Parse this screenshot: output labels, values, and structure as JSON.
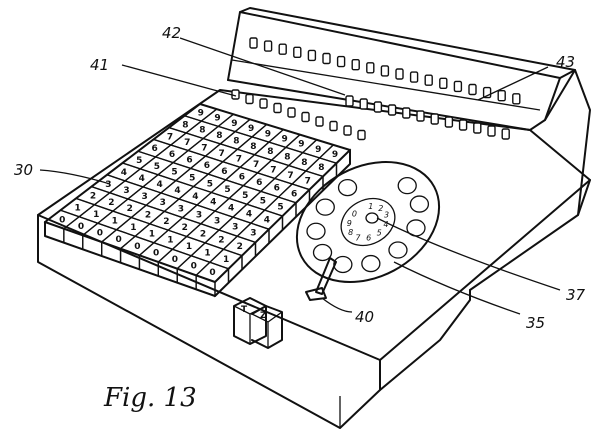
{
  "figure": {
    "caption": "Fig. 13"
  },
  "labels": {
    "ref_30": "30",
    "ref_35": "35",
    "ref_37": "37",
    "ref_40": "40",
    "ref_41": "41",
    "ref_42": "42",
    "ref_43": "43"
  },
  "keyboard": {
    "rows_back_to_front": [
      "9",
      "8",
      "7",
      "6",
      "5",
      "4",
      "3",
      "2",
      "1",
      "0"
    ],
    "columns": 9
  },
  "dial": {
    "digits": [
      "1",
      "2",
      "3",
      "4",
      "5",
      "6",
      "7",
      "8",
      "9",
      "0"
    ]
  },
  "small_buttons": {
    "left": "T",
    "right": "Z"
  },
  "colors": {
    "ink": "#111111",
    "paper": "#ffffff"
  }
}
